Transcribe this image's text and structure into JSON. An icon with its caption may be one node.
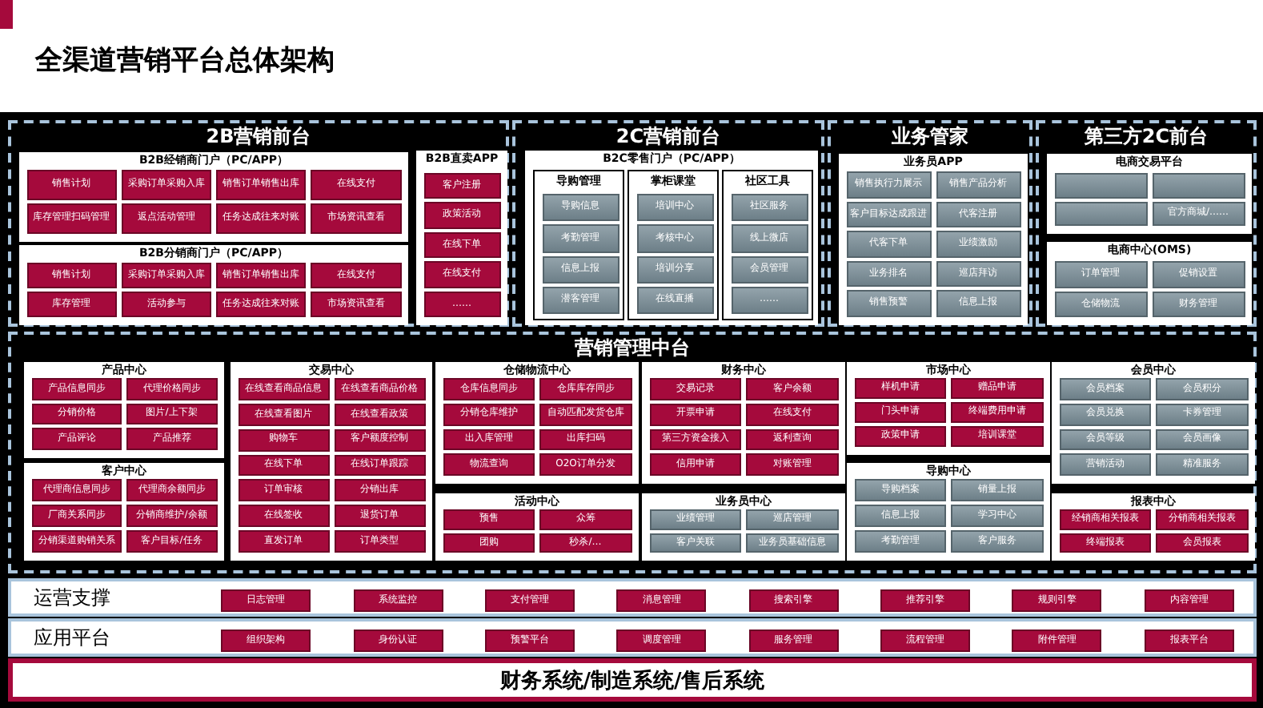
{
  "diagram": {
    "title": "全渠道营销平台总体架构",
    "nodes": [
      {
        "text": [
          "2B营销前台"
        ]
      },
      {
        "text": [
          "B2B经销商门户（PC/APP）"
        ],
        "in": 0
      },
      {
        "text": [
          "销售计划"
        ],
        "in": 1
      },
      {
        "text": [
          "采购订单采购入库"
        ],
        "in": 1
      },
      {
        "text": [
          "销售订单销售出库"
        ],
        "in": 1
      },
      {
        "text": [
          "在线支付"
        ],
        "in": 1
      },
      {
        "text": [
          "库存管理扫码管理"
        ],
        "in": 1
      },
      {
        "text": [
          "返点活动管理"
        ],
        "in": 1
      },
      {
        "text": [
          "任务达成往来对账"
        ],
        "in": 1
      },
      {
        "text": [
          "市场资讯查看"
        ],
        "in": 1
      },
      {
        "text": [
          "B2B分销商门户（PC/APP）"
        ],
        "in": 0
      },
      {
        "text": [
          "销售计划"
        ],
        "in": 10
      },
      {
        "text": [
          "采购订单采购入库"
        ],
        "in": 10
      },
      {
        "text": [
          "销售订单销售出库"
        ],
        "in": 10
      },
      {
        "text": [
          "在线支付"
        ],
        "in": 10
      },
      {
        "text": [
          "库存管理"
        ],
        "in": 10
      },
      {
        "text": [
          "活动参与"
        ],
        "in": 10
      },
      {
        "text": [
          "任务达成往来对账"
        ],
        "in": 10
      },
      {
        "text": [
          "市场资讯查看"
        ],
        "in": 10
      },
      {
        "text": [
          "B2B直卖APP"
        ],
        "in": 0
      },
      {
        "text": [
          "客户注册"
        ],
        "in": 19
      },
      {
        "text": [
          "政策活动"
        ],
        "in": 19
      },
      {
        "text": [
          "在线下单"
        ],
        "in": 19
      },
      {
        "text": [
          "在线支付"
        ],
        "in": 19
      },
      {
        "text": [
          "……"
        ],
        "in": 19
      },
      {
        "text": [
          "2C营销前台"
        ]
      },
      {
        "text": [
          "B2C零售门户（PC/APP）"
        ],
        "in": 25
      },
      {
        "text": [
          "导购管理"
        ],
        "in": 26
      },
      {
        "text": [
          "导购信息"
        ],
        "in": 27
      },
      {
        "text": [
          "考勤管理"
        ],
        "in": 27
      },
      {
        "text": [
          "信息上报"
        ],
        "in": 27
      },
      {
        "text": [
          "潜客管理"
        ],
        "in": 27
      },
      {
        "text": [
          "掌柜课堂"
        ],
        "in": 26
      },
      {
        "text": [
          "培训中心"
        ],
        "in": 32
      },
      {
        "text": [
          "考核中心"
        ],
        "in": 32
      },
      {
        "text": [
          "培训分享"
        ],
        "in": 32
      },
      {
        "text": [
          "在线直播"
        ],
        "in": 32
      },
      {
        "text": [
          "社区工具"
        ],
        "in": 26
      },
      {
        "text": [
          "社区服务"
        ],
        "in": 37
      },
      {
        "text": [
          "线上微店"
        ],
        "in": 37
      },
      {
        "text": [
          "会员管理"
        ],
        "in": 37
      },
      {
        "text": [
          "……"
        ],
        "in": 37
      },
      {
        "text": [
          "业务管家"
        ]
      },
      {
        "text": [
          "业务员APP"
        ],
        "in": 42
      },
      {
        "text": [
          "销售执行力展示"
        ],
        "in": 43
      },
      {
        "text": [
          "销售产品分析"
        ],
        "in": 43
      },
      {
        "text": [
          "客户目标达成跟进"
        ],
        "in": 43
      },
      {
        "text": [
          "代客注册"
        ],
        "in": 43
      },
      {
        "text": [
          "代客下单"
        ],
        "in": 43
      },
      {
        "text": [
          "业绩激励"
        ],
        "in": 43
      },
      {
        "text": [
          "业务排名"
        ],
        "in": 43
      },
      {
        "text": [
          "巡店拜访"
        ],
        "in": 43
      },
      {
        "text": [
          "销售预警"
        ],
        "in": 43
      },
      {
        "text": [
          "信息上报"
        ],
        "in": 43
      },
      {
        "text": [
          "第三方2C前台"
        ]
      },
      {
        "text": [
          "电商交易平台"
        ],
        "in": 54
      },
      {
        "text": [],
        "shape": "box",
        "in": 55
      },
      {
        "text": [],
        "shape": "box",
        "in": 55
      },
      {
        "text": [],
        "shape": "box",
        "in": 55
      },
      {
        "text": [
          "官方商城/……"
        ],
        "in": 55
      },
      {
        "text": [
          "电商中心(OMS)"
        ],
        "in": 54
      },
      {
        "text": [
          "订单管理"
        ],
        "in": 60
      },
      {
        "text": [
          "促销设置"
        ],
        "in": 60
      },
      {
        "text": [
          "仓储物流"
        ],
        "in": 60
      },
      {
        "text": [
          "财务管理"
        ],
        "in": 60
      },
      {
        "text": [
          "营销管理中台"
        ]
      },
      {
        "text": [
          "产品中心"
        ],
        "in": 65
      },
      {
        "text": [
          "产品信息同步"
        ],
        "in": 66
      },
      {
        "text": [
          "代理价格同步"
        ],
        "in": 66
      },
      {
        "text": [
          "分销价格"
        ],
        "in": 66
      },
      {
        "text": [
          "图片/上下架"
        ],
        "in": 66
      },
      {
        "text": [
          "产品评论"
        ],
        "in": 66
      },
      {
        "text": [
          "产品推荐"
        ],
        "in": 66
      },
      {
        "text": [
          "客户中心"
        ],
        "in": 65
      },
      {
        "text": [
          "代理商信息同步"
        ],
        "in": 73
      },
      {
        "text": [
          "代理商余额同步"
        ],
        "in": 73
      },
      {
        "text": [
          "厂商关系同步"
        ],
        "in": 73
      },
      {
        "text": [
          "分销商维护/余额"
        ],
        "in": 73
      },
      {
        "text": [
          "分销渠道购销关系"
        ],
        "in": 73
      },
      {
        "text": [
          "客户目标/任务"
        ],
        "in": 73
      },
      {
        "text": [
          "交易中心"
        ],
        "in": 65
      },
      {
        "text": [
          "在线查看商品信息"
        ],
        "in": 80
      },
      {
        "text": [
          "在线查看商品价格"
        ],
        "in": 80
      },
      {
        "text": [
          "在线查看图片"
        ],
        "in": 80
      },
      {
        "text": [
          "在线查看政策"
        ],
        "in": 80
      },
      {
        "text": [
          "购物车"
        ],
        "in": 80
      },
      {
        "text": [
          "客户额度控制"
        ],
        "in": 80
      },
      {
        "text": [
          "在线下单"
        ],
        "in": 80
      },
      {
        "text": [
          "在线订单跟踪"
        ],
        "in": 80
      },
      {
        "text": [
          "订单审核"
        ],
        "in": 80
      },
      {
        "text": [
          "分销出库"
        ],
        "in": 80
      },
      {
        "text": [
          "在线签收"
        ],
        "in": 80
      },
      {
        "text": [
          "退货订单"
        ],
        "in": 80
      },
      {
        "text": [
          "直发订单"
        ],
        "in": 80
      },
      {
        "text": [
          "订单类型"
        ],
        "in": 80
      },
      {
        "text": [
          "仓储物流中心"
        ],
        "in": 65
      },
      {
        "text": [
          "仓库信息同步"
        ],
        "in": 95
      },
      {
        "text": [
          "仓库库存同步"
        ],
        "in": 95
      },
      {
        "text": [
          "分销仓库维护"
        ],
        "in": 95
      },
      {
        "text": [
          "自动匹配发货仓库"
        ],
        "in": 95
      },
      {
        "text": [
          "出入库管理"
        ],
        "in": 95
      },
      {
        "text": [
          "出库扫码"
        ],
        "in": 95
      },
      {
        "text": [
          "物流查询"
        ],
        "in": 95
      },
      {
        "text": [
          "O2O订单分发"
        ],
        "in": 95
      },
      {
        "text": [
          "活动中心"
        ],
        "in": 65
      },
      {
        "text": [
          "预售"
        ],
        "in": 104
      },
      {
        "text": [
          "众筹"
        ],
        "in": 104
      },
      {
        "text": [
          "团购"
        ],
        "in": 104
      },
      {
        "text": [
          "秒杀/…"
        ],
        "in": 104
      },
      {
        "text": [
          "财务中心"
        ],
        "in": 65
      },
      {
        "text": [
          "交易记录"
        ],
        "in": 109
      },
      {
        "text": [
          "客户余额"
        ],
        "in": 109
      },
      {
        "text": [
          "开票申请"
        ],
        "in": 109
      },
      {
        "text": [
          "在线支付"
        ],
        "in": 109
      },
      {
        "text": [
          "第三方资金接入"
        ],
        "in": 109
      },
      {
        "text": [
          "返利查询"
        ],
        "in": 109
      },
      {
        "text": [
          "信用申请"
        ],
        "in": 109
      },
      {
        "text": [
          "对账管理"
        ],
        "in": 109
      },
      {
        "text": [
          "业务员中心"
        ],
        "in": 65
      },
      {
        "text": [
          "业绩管理"
        ],
        "in": 118
      },
      {
        "text": [
          "巡店管理"
        ],
        "in": 118
      },
      {
        "text": [
          "客户关联"
        ],
        "in": 118
      },
      {
        "text": [
          "业务员基础信息"
        ],
        "in": 118
      },
      {
        "text": [
          "市场中心"
        ],
        "in": 65
      },
      {
        "text": [
          "样机申请"
        ],
        "in": 123
      },
      {
        "text": [
          "赠品申请"
        ],
        "in": 123
      },
      {
        "text": [
          "门头申请"
        ],
        "in": 123
      },
      {
        "text": [
          "终端费用申请"
        ],
        "in": 123
      },
      {
        "text": [
          "政策申请"
        ],
        "in": 123
      },
      {
        "text": [
          "培训课堂"
        ],
        "in": 123
      },
      {
        "text": [
          "导购中心"
        ],
        "in": 65
      },
      {
        "text": [
          "导购档案"
        ],
        "in": 130
      },
      {
        "text": [
          "销量上报"
        ],
        "in": 130
      },
      {
        "text": [
          "信息上报"
        ],
        "in": 130
      },
      {
        "text": [
          "学习中心"
        ],
        "in": 130
      },
      {
        "text": [
          "考勤管理"
        ],
        "in": 130
      },
      {
        "text": [
          "客户服务"
        ],
        "in": 130
      },
      {
        "text": [
          "会员中心"
        ],
        "in": 65
      },
      {
        "text": [
          "会员档案"
        ],
        "in": 137
      },
      {
        "text": [
          "会员积分"
        ],
        "in": 137
      },
      {
        "text": [
          "会员兑换"
        ],
        "in": 137
      },
      {
        "text": [
          "卡券管理"
        ],
        "in": 137
      },
      {
        "text": [
          "会员等级"
        ],
        "in": 137
      },
      {
        "text": [
          "会员画像"
        ],
        "in": 137
      },
      {
        "text": [
          "营销活动"
        ],
        "in": 137
      },
      {
        "text": [
          "精准服务"
        ],
        "in": 137
      },
      {
        "text": [
          "报表中心"
        ],
        "in": 65
      },
      {
        "text": [
          "经销商相关报表"
        ],
        "in": 146
      },
      {
        "text": [
          "分销商相关报表"
        ],
        "in": 146
      },
      {
        "text": [
          "终端报表"
        ],
        "in": 146
      },
      {
        "text": [
          "会员报表"
        ],
        "in": 146
      },
      {
        "text": [
          "运营支撑"
        ]
      },
      {
        "text": [
          "日志管理"
        ],
        "in": 151
      },
      {
        "text": [
          "系统监控"
        ],
        "in": 151
      },
      {
        "text": [
          "支付管理"
        ],
        "in": 151
      },
      {
        "text": [
          "消息管理"
        ],
        "in": 151
      },
      {
        "text": [
          "搜索引擎"
        ],
        "in": 151
      },
      {
        "text": [
          "推荐引擎"
        ],
        "in": 151
      },
      {
        "text": [
          "规则引擎"
        ],
        "in": 151
      },
      {
        "text": [
          "内容管理"
        ],
        "in": 151
      },
      {
        "text": [
          "应用平台"
        ]
      },
      {
        "text": [
          "组织架构"
        ],
        "in": 160
      },
      {
        "text": [
          "身份认证"
        ],
        "in": 160
      },
      {
        "text": [
          "预警平台"
        ],
        "in": 160
      },
      {
        "text": [
          "调度管理"
        ],
        "in": 160
      },
      {
        "text": [
          "服务管理"
        ],
        "in": 160
      },
      {
        "text": [
          "流程管理"
        ],
        "in": 160
      },
      {
        "text": [
          "附件管理"
        ],
        "in": 160
      },
      {
        "text": [
          "报表平台"
        ],
        "in": 160
      },
      {
        "text": [
          "财务系统/制造系统/售后系统"
        ]
      }
    ]
  }
}
